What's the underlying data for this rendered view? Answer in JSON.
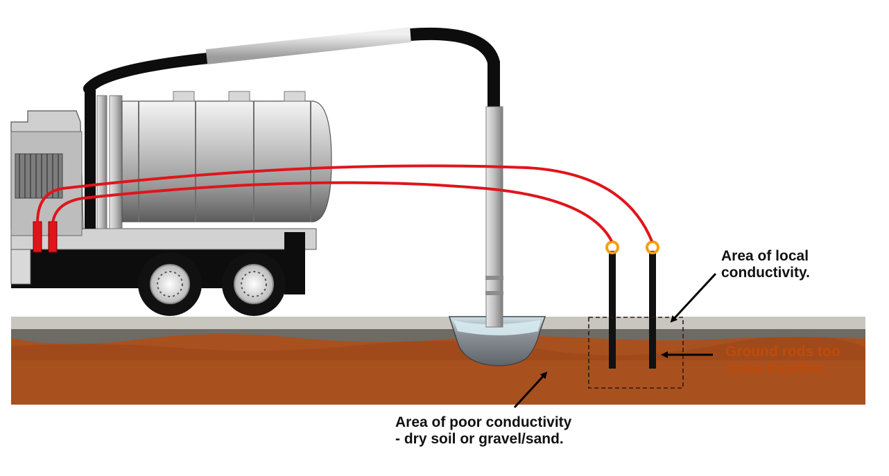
{
  "annotations": {
    "local_conductivity": {
      "line1": "Area of local",
      "line2": "conductivity."
    },
    "rods_close": {
      "line1": "Ground rods too",
      "line2": "close together."
    },
    "poor_conductivity": {
      "line1": "Area of poor conductivity",
      "line2": "- dry soil or gravel/sand."
    }
  },
  "colors": {
    "soil": "#a9501f",
    "soil_dark": "#8f3f14",
    "ground_surface": "#c9c6bf",
    "ground_dark": "#6e6a64",
    "cable": "#e0151b",
    "rod": "#111111",
    "clamp": "#f2a012",
    "tank": "#a8a8a8",
    "hole_water": "#8a8f96",
    "rods_label": "#c04a0a"
  }
}
